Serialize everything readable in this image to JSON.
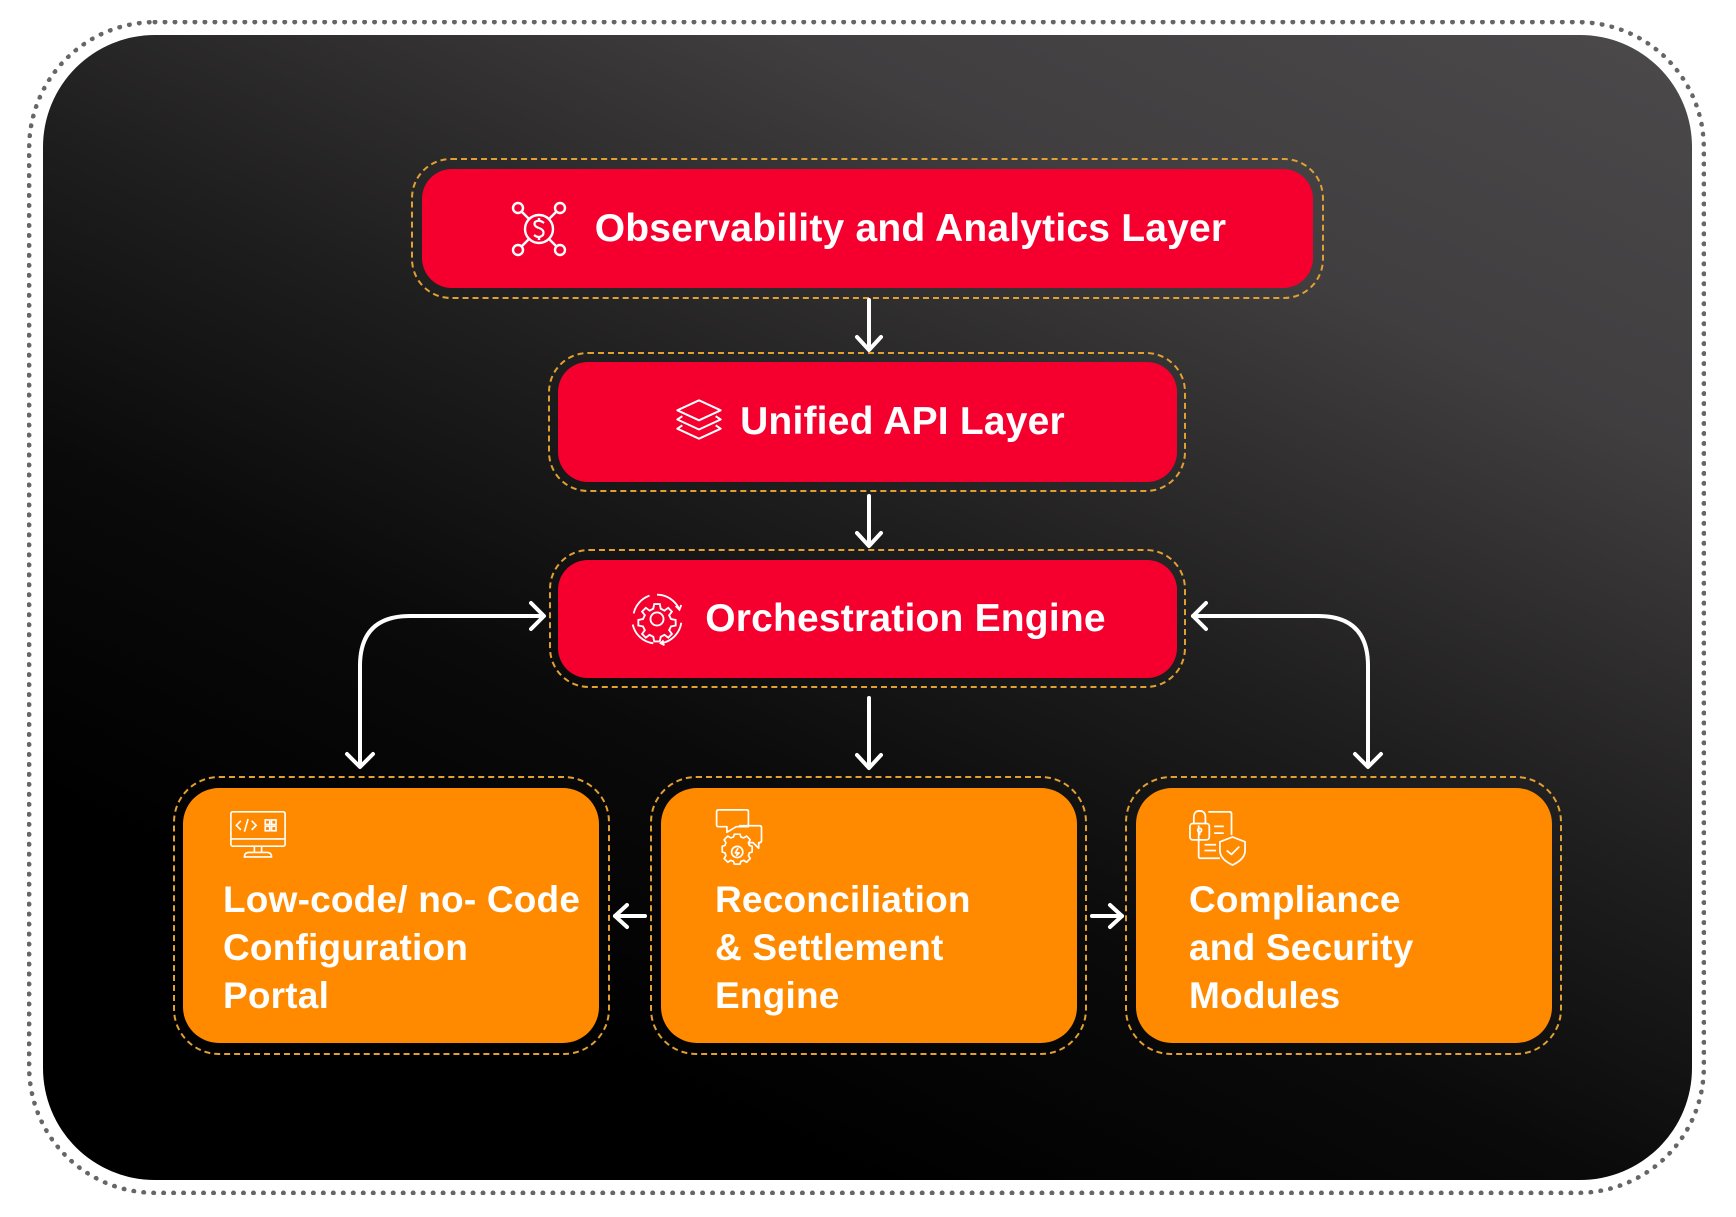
{
  "diagram": {
    "title": "",
    "colors": {
      "primary_layer": "#f5002e",
      "module": "#ff8a00",
      "dashed_outline": "#e3a032",
      "arrow": "#ffffff",
      "background_dark": "#000000",
      "background_light": "#4b494a"
    },
    "nodes": {
      "observability": {
        "label": "Observability and Analytics Layer",
        "icon": "network-dollar-icon"
      },
      "unified_api": {
        "label": "Unified API Layer",
        "icon": "layers-icon"
      },
      "orchestration": {
        "label": "Orchestration Engine",
        "icon": "gear-cycle-icon"
      },
      "low_code": {
        "lines": [
          "Low-code/ no- Code",
          "Configuration",
          "Portal"
        ],
        "icon": "monitor-code-icon"
      },
      "reconciliation": {
        "lines": [
          "Reconciliation",
          "& Settlement",
          "Engine"
        ],
        "icon": "chat-gear-money-icon"
      },
      "compliance": {
        "lines": [
          "Compliance",
          "and Security",
          "Modules"
        ],
        "icon": "lock-document-shield-icon"
      }
    },
    "edges": [
      {
        "from": "observability",
        "to": "unified_api",
        "direction": "down"
      },
      {
        "from": "unified_api",
        "to": "orchestration",
        "direction": "down"
      },
      {
        "from": "orchestration",
        "to": "reconciliation",
        "direction": "down"
      },
      {
        "from": "low_code",
        "to": "orchestration",
        "direction": "bidirectional"
      },
      {
        "from": "compliance",
        "to": "orchestration",
        "direction": "bidirectional"
      },
      {
        "from": "reconciliation",
        "to": "low_code",
        "direction": "left"
      },
      {
        "from": "reconciliation",
        "to": "compliance",
        "direction": "right"
      }
    ]
  }
}
